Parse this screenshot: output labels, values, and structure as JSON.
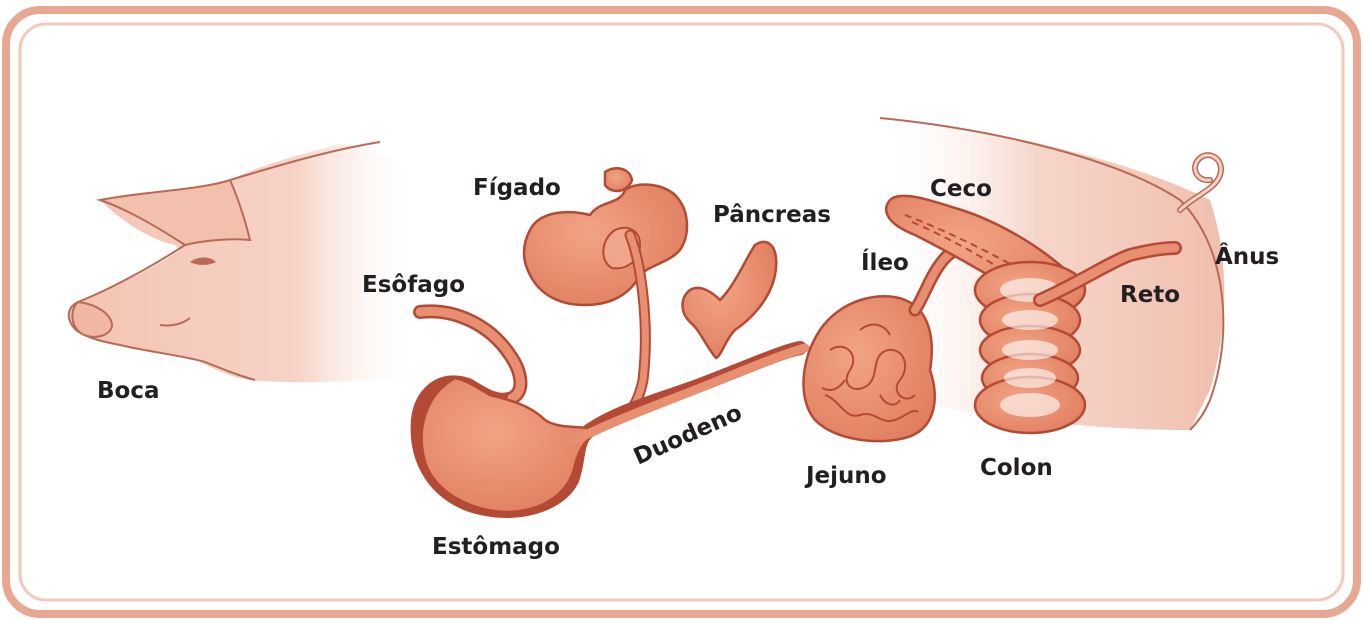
{
  "colors": {
    "frame_outer": "#e8a792",
    "frame_inner": "#f3c9bb",
    "organ_fill": "#e88f72",
    "organ_stroke": "#b44a35",
    "organ_light": "#f2b29b",
    "pig_fill": "#f5cfc1",
    "pig_stroke": "#b86a58",
    "label_color": "#231f20"
  },
  "labels": {
    "boca": "Boca",
    "esofago": "Esôfago",
    "estomago": "Estômago",
    "figado": "Fígado",
    "pancreas": "Pâncreas",
    "duodeno": "Duodeno",
    "jejuno": "Jejuno",
    "ileo": "Íleo",
    "ceco": "Ceco",
    "colon": "Colon",
    "reto": "Reto",
    "anus": "Ânus"
  }
}
